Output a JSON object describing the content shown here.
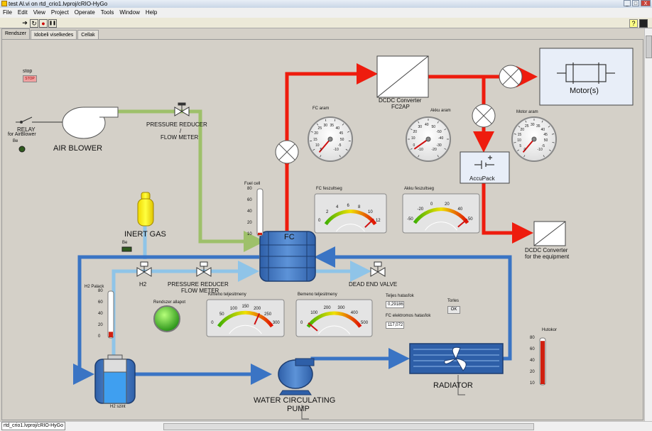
{
  "window": {
    "title": "test Al.vi on rtd_crio1.lvproj/cRIO-HyGo",
    "minimize": "_",
    "maximize": "□",
    "close": "X"
  },
  "menu": [
    "File",
    "Edit",
    "View",
    "Project",
    "Operate",
    "Tools",
    "Window",
    "Help"
  ],
  "toolbar": {
    "run": "➔",
    "run_cont": "↻",
    "abort": "●",
    "pause": "❚❚",
    "help": "?"
  },
  "tabs": [
    "Rendszer",
    "Idobeli viselkedes",
    "Cellak"
  ],
  "stop": {
    "label": "stop",
    "button": "STOP"
  },
  "relay": {
    "label1": "RELAY",
    "label2": "for AirBlower",
    "led": "Be"
  },
  "air_blower": "AIR BLOWER",
  "pressure_reducer_top": {
    "l1": "PRESSURE REDUCER",
    "l2": "/",
    "l3": "FLOW METER"
  },
  "inert_gas": "INERT GAS",
  "inert_led": "Be",
  "h2": "H2",
  "pressure_reducer_bottom": {
    "l1": "PRESSURE REDUCER",
    "l2": "FLOW METER"
  },
  "dead_end_valve": "DEAD END VALVE",
  "fc": "FC",
  "dcdc_fc2ap": {
    "l1": "DCDC Converter",
    "l2": "FC2AP"
  },
  "motor": "Motor(s)",
  "accupack": "AccuPack",
  "dcdc_equipment": {
    "l1": "DCDC Converter",
    "l2": "for the equipment"
  },
  "radiator": "RADIATOR",
  "pump": {
    "l1": "WATER CIRCULATING",
    "l2": "PUMP"
  },
  "h2_palack": {
    "label": "H2 Palack",
    "ticks": [
      "80",
      "60",
      "40",
      "20",
      "0"
    ],
    "level": 0.12
  },
  "h2_szint": "H2 szint",
  "fuel_cell_therm": {
    "label": "Fuel cell",
    "ticks": [
      "80",
      "60",
      "40",
      "20",
      "10"
    ],
    "level": 0.05
  },
  "hutokor": {
    "label": "Hutokor",
    "ticks": [
      "80",
      "60",
      "40",
      "20",
      "10"
    ],
    "level": 0.95
  },
  "rendszer_allapot": "Rendszer allapot",
  "gauges": {
    "fc_aram": {
      "label": "FC aram",
      "ticks": [
        "5",
        "10",
        "15",
        "20",
        "25",
        "30",
        "35",
        "40",
        "45",
        "50",
        "-5",
        "-10"
      ],
      "value": -8
    },
    "akku_aram": {
      "label": "Akku aram",
      "ticks": [
        "-10",
        "0",
        "10",
        "20",
        "30",
        "40",
        "50",
        "-50",
        "-40",
        "-30",
        "-20"
      ],
      "value": -5
    },
    "motor_aram": {
      "label": "Motor aram",
      "ticks": [
        "0",
        "5",
        "10",
        "15",
        "20",
        "25",
        "30",
        "35",
        "40",
        "45",
        "50",
        "-5",
        "-10"
      ],
      "value": -8
    }
  },
  "arc_gauges": {
    "fc_feszultseg": {
      "label": "FC feszultseg",
      "ticks": [
        "0",
        "2",
        "4",
        "6",
        "8",
        "10",
        "12"
      ],
      "value": 11
    },
    "akku_feszultseg": {
      "label": "Akku feszultseg",
      "ticks": [
        "-50",
        "-20",
        "0",
        "20",
        "40",
        "50"
      ],
      "value": 45
    },
    "kimeno": {
      "label": "Kimeno teljesitmeny",
      "ticks": [
        "0",
        "50",
        "100",
        "150",
        "200",
        "250",
        "300"
      ],
      "value": 215
    },
    "bemeno": {
      "label": "Bemeno teljesitmeny",
      "ticks": [
        "0",
        "100",
        "200",
        "300",
        "400",
        "500"
      ],
      "value": 25
    }
  },
  "teljes_hatasfok": {
    "label": "Teljes hatasfok",
    "value": "0,29186"
  },
  "fc_elektromos": {
    "label": "FC elektromos hatasfok",
    "value": "117,072"
  },
  "torles": {
    "label": "Torles",
    "button": "OK"
  },
  "status_path": "rtd_crio1.lvproj/cRIO-HyGo",
  "colors": {
    "red": "#ee1c0e",
    "blue": "#3a74c4",
    "lightblue": "#8fc4e8",
    "green": "#9ec06a",
    "panel": "#d4d0c8"
  }
}
